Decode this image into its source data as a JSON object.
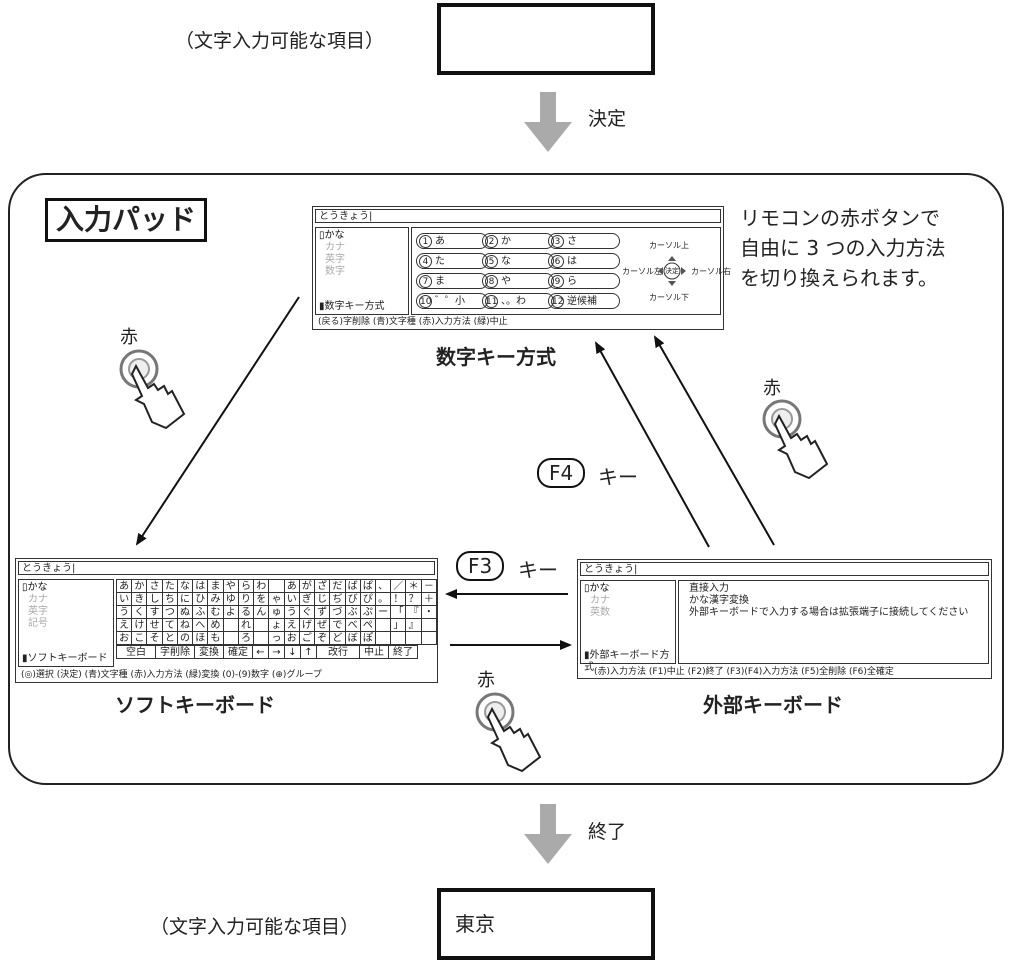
{
  "top": {
    "label": "（文字入力可能な項目）",
    "value": ""
  },
  "arrow_decide": "決定",
  "section_title": "入力パッド",
  "note": [
    "リモコンの赤ボタンで",
    "自由に 3 つの入力方法",
    "を切り換えられます。"
  ],
  "numeric": {
    "caption": "数字キー方式",
    "input": "とうきょう",
    "modes": [
      "かな",
      "カナ",
      "英字",
      "数字"
    ],
    "mode_label": "数字キー方式",
    "keys": [
      {
        "n": "1",
        "t": "あ"
      },
      {
        "n": "2",
        "t": "か"
      },
      {
        "n": "3",
        "t": "さ"
      },
      {
        "n": "4",
        "t": "た"
      },
      {
        "n": "5",
        "t": "な"
      },
      {
        "n": "6",
        "t": "は"
      },
      {
        "n": "7",
        "t": "ま"
      },
      {
        "n": "8",
        "t": "や"
      },
      {
        "n": "9",
        "t": "ら"
      },
      {
        "n": "10",
        "t": "゛゜小"
      },
      {
        "n": "11",
        "t": "、。わ"
      },
      {
        "n": "12",
        "t": "逆候補"
      }
    ],
    "cursor": {
      "up": "カーソル上",
      "left": "カーソル左",
      "center": "決定",
      "right": "カーソル右",
      "down": "カーソル下"
    },
    "footer": "(戻る)字削除  (青)文字種  (赤)入力方法  (緑)中止"
  },
  "softkb": {
    "caption": "ソフトキーボード",
    "input": "とうきょう",
    "modes": [
      "かな",
      "カナ",
      "英字",
      "記号"
    ],
    "mode_label": "ソフトキーボード",
    "rows": [
      [
        "あ",
        "か",
        "さ",
        "た",
        "な",
        "は",
        "ま",
        "や",
        "ら",
        "わ",
        "",
        "あ",
        "が",
        "ざ",
        "だ",
        "ば",
        "ぱ",
        "、",
        "／",
        "＊",
        "－"
      ],
      [
        "い",
        "き",
        "し",
        "ち",
        "に",
        "ひ",
        "み",
        "ゆ",
        "り",
        "を",
        "ゃ",
        "い",
        "ぎ",
        "じ",
        "ぢ",
        "び",
        "ぴ",
        "。",
        "！",
        "？",
        "＋"
      ],
      [
        "う",
        "く",
        "す",
        "つ",
        "ぬ",
        "ふ",
        "む",
        "よ",
        "る",
        "ん",
        "ゅ",
        "う",
        "ぐ",
        "ず",
        "づ",
        "ぶ",
        "ぷ",
        "ー",
        "「",
        "『",
        "・"
      ],
      [
        "え",
        "け",
        "せ",
        "て",
        "ね",
        "へ",
        "め",
        "",
        "れ",
        "",
        "ょ",
        "え",
        "げ",
        "ぜ",
        "で",
        "べ",
        "ぺ",
        "",
        "」",
        "』",
        ""
      ],
      [
        "お",
        "こ",
        "そ",
        "と",
        "の",
        "ほ",
        "も",
        "",
        "ろ",
        "",
        "っ",
        "お",
        "ご",
        "ぞ",
        "ど",
        "ぼ",
        "ぽ",
        "",
        "",
        "",
        ""
      ]
    ],
    "funcs": [
      "空白",
      "字削除",
      "変換",
      "確定",
      "←",
      "→",
      "↓",
      "↑",
      "改行",
      "中止",
      "終了"
    ],
    "footer": "(◎)選択 (決定) (青)文字種 (赤)入力方法 (緑)変換  (0)-(9)数字 (⊕)グループ"
  },
  "extkb": {
    "caption": "外部キーボード",
    "input": "とうきょう",
    "modes": [
      "かな",
      "カナ",
      "英数"
    ],
    "mode_label": "外部キーボード方式",
    "messages": [
      "直接入力",
      "かな漢字変換",
      "外部キーボードで入力する場合は拡張端子に接続してください"
    ],
    "footer": "(赤)入力方法 (F1)中止 (F2)終了 (F3)(F4)入力方法 (F5)全削除 (F6)全確定"
  },
  "labels": {
    "red": "赤",
    "f4": "F4",
    "f3": "F3",
    "key": "キー"
  },
  "arrow_end": "終了",
  "bottom": {
    "label": "（文字入力可能な項目）",
    "value": "東京"
  }
}
